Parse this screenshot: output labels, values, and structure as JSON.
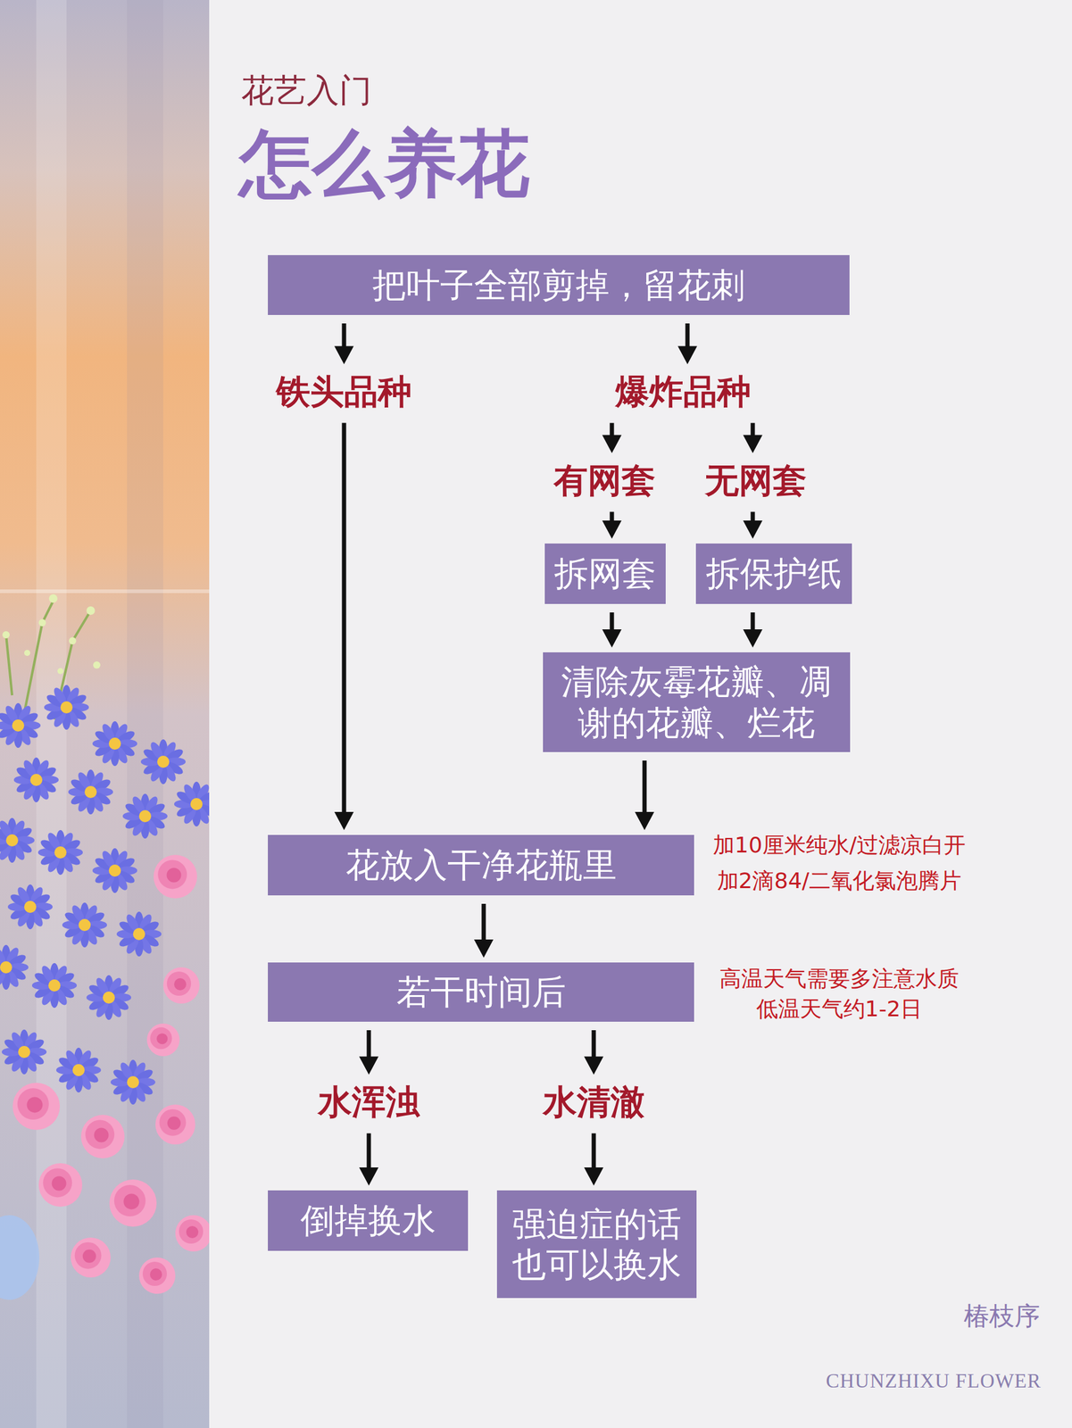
{
  "diagram": {
    "title": "怎么养花",
    "nodes": [
      {
        "text": [
          "把叶子全部剪掉，留花刺"
        ]
      },
      {
        "text": [
          "铁头品种"
        ]
      },
      {
        "text": [
          "爆炸品种"
        ]
      },
      {
        "text": [
          "有网套"
        ]
      },
      {
        "text": [
          "无网套"
        ]
      },
      {
        "text": [
          "拆网套"
        ]
      },
      {
        "text": [
          "拆保护纸"
        ]
      },
      {
        "text": [
          "清除灰霉花瓣、凋谢的花瓣、烂花"
        ]
      },
      {
        "text": [
          "花放入干净花瓶里"
        ]
      },
      {
        "text": [
          "若干时间后"
        ]
      },
      {
        "text": [
          "水浑浊"
        ]
      },
      {
        "text": [
          "水清澈"
        ]
      },
      {
        "text": [
          "倒掉换水"
        ]
      },
      {
        "text": [
          "强迫症的话也可以换水"
        ]
      }
    ],
    "edges": [
      {
        "from": 0,
        "to": 1,
        "arrow": "to"
      },
      {
        "from": 0,
        "to": 2,
        "arrow": "to"
      },
      {
        "from": 1,
        "to": 8,
        "arrow": "to"
      },
      {
        "from": 2,
        "to": 3,
        "arrow": "to"
      },
      {
        "from": 2,
        "to": 4,
        "arrow": "to"
      },
      {
        "from": 3,
        "to": 5,
        "arrow": "to"
      },
      {
        "from": 4,
        "to": 6,
        "arrow": "to"
      },
      {
        "from": 5,
        "to": 7,
        "arrow": "to"
      },
      {
        "from": 6,
        "to": 7,
        "arrow": "to"
      },
      {
        "from": 7,
        "to": 8,
        "arrow": "to"
      },
      {
        "from": 8,
        "to": 9,
        "arrow": "to"
      },
      {
        "from": 9,
        "to": 10,
        "arrow": "to"
      },
      {
        "from": 9,
        "to": 11,
        "arrow": "to"
      },
      {
        "from": 10,
        "to": 12,
        "arrow": "to"
      },
      {
        "from": 11,
        "to": 13,
        "arrow": "to"
      }
    ],
    "labels": [
      "花艺入门",
      "加10厘米纯水/过滤凉白开",
      "加2滴84/二氧化氯泡腾片",
      "高温天气需要多注意水质",
      "低温天气约1-2日",
      "椿枝序",
      "CHUNZHIXU FLOWER"
    ]
  }
}
